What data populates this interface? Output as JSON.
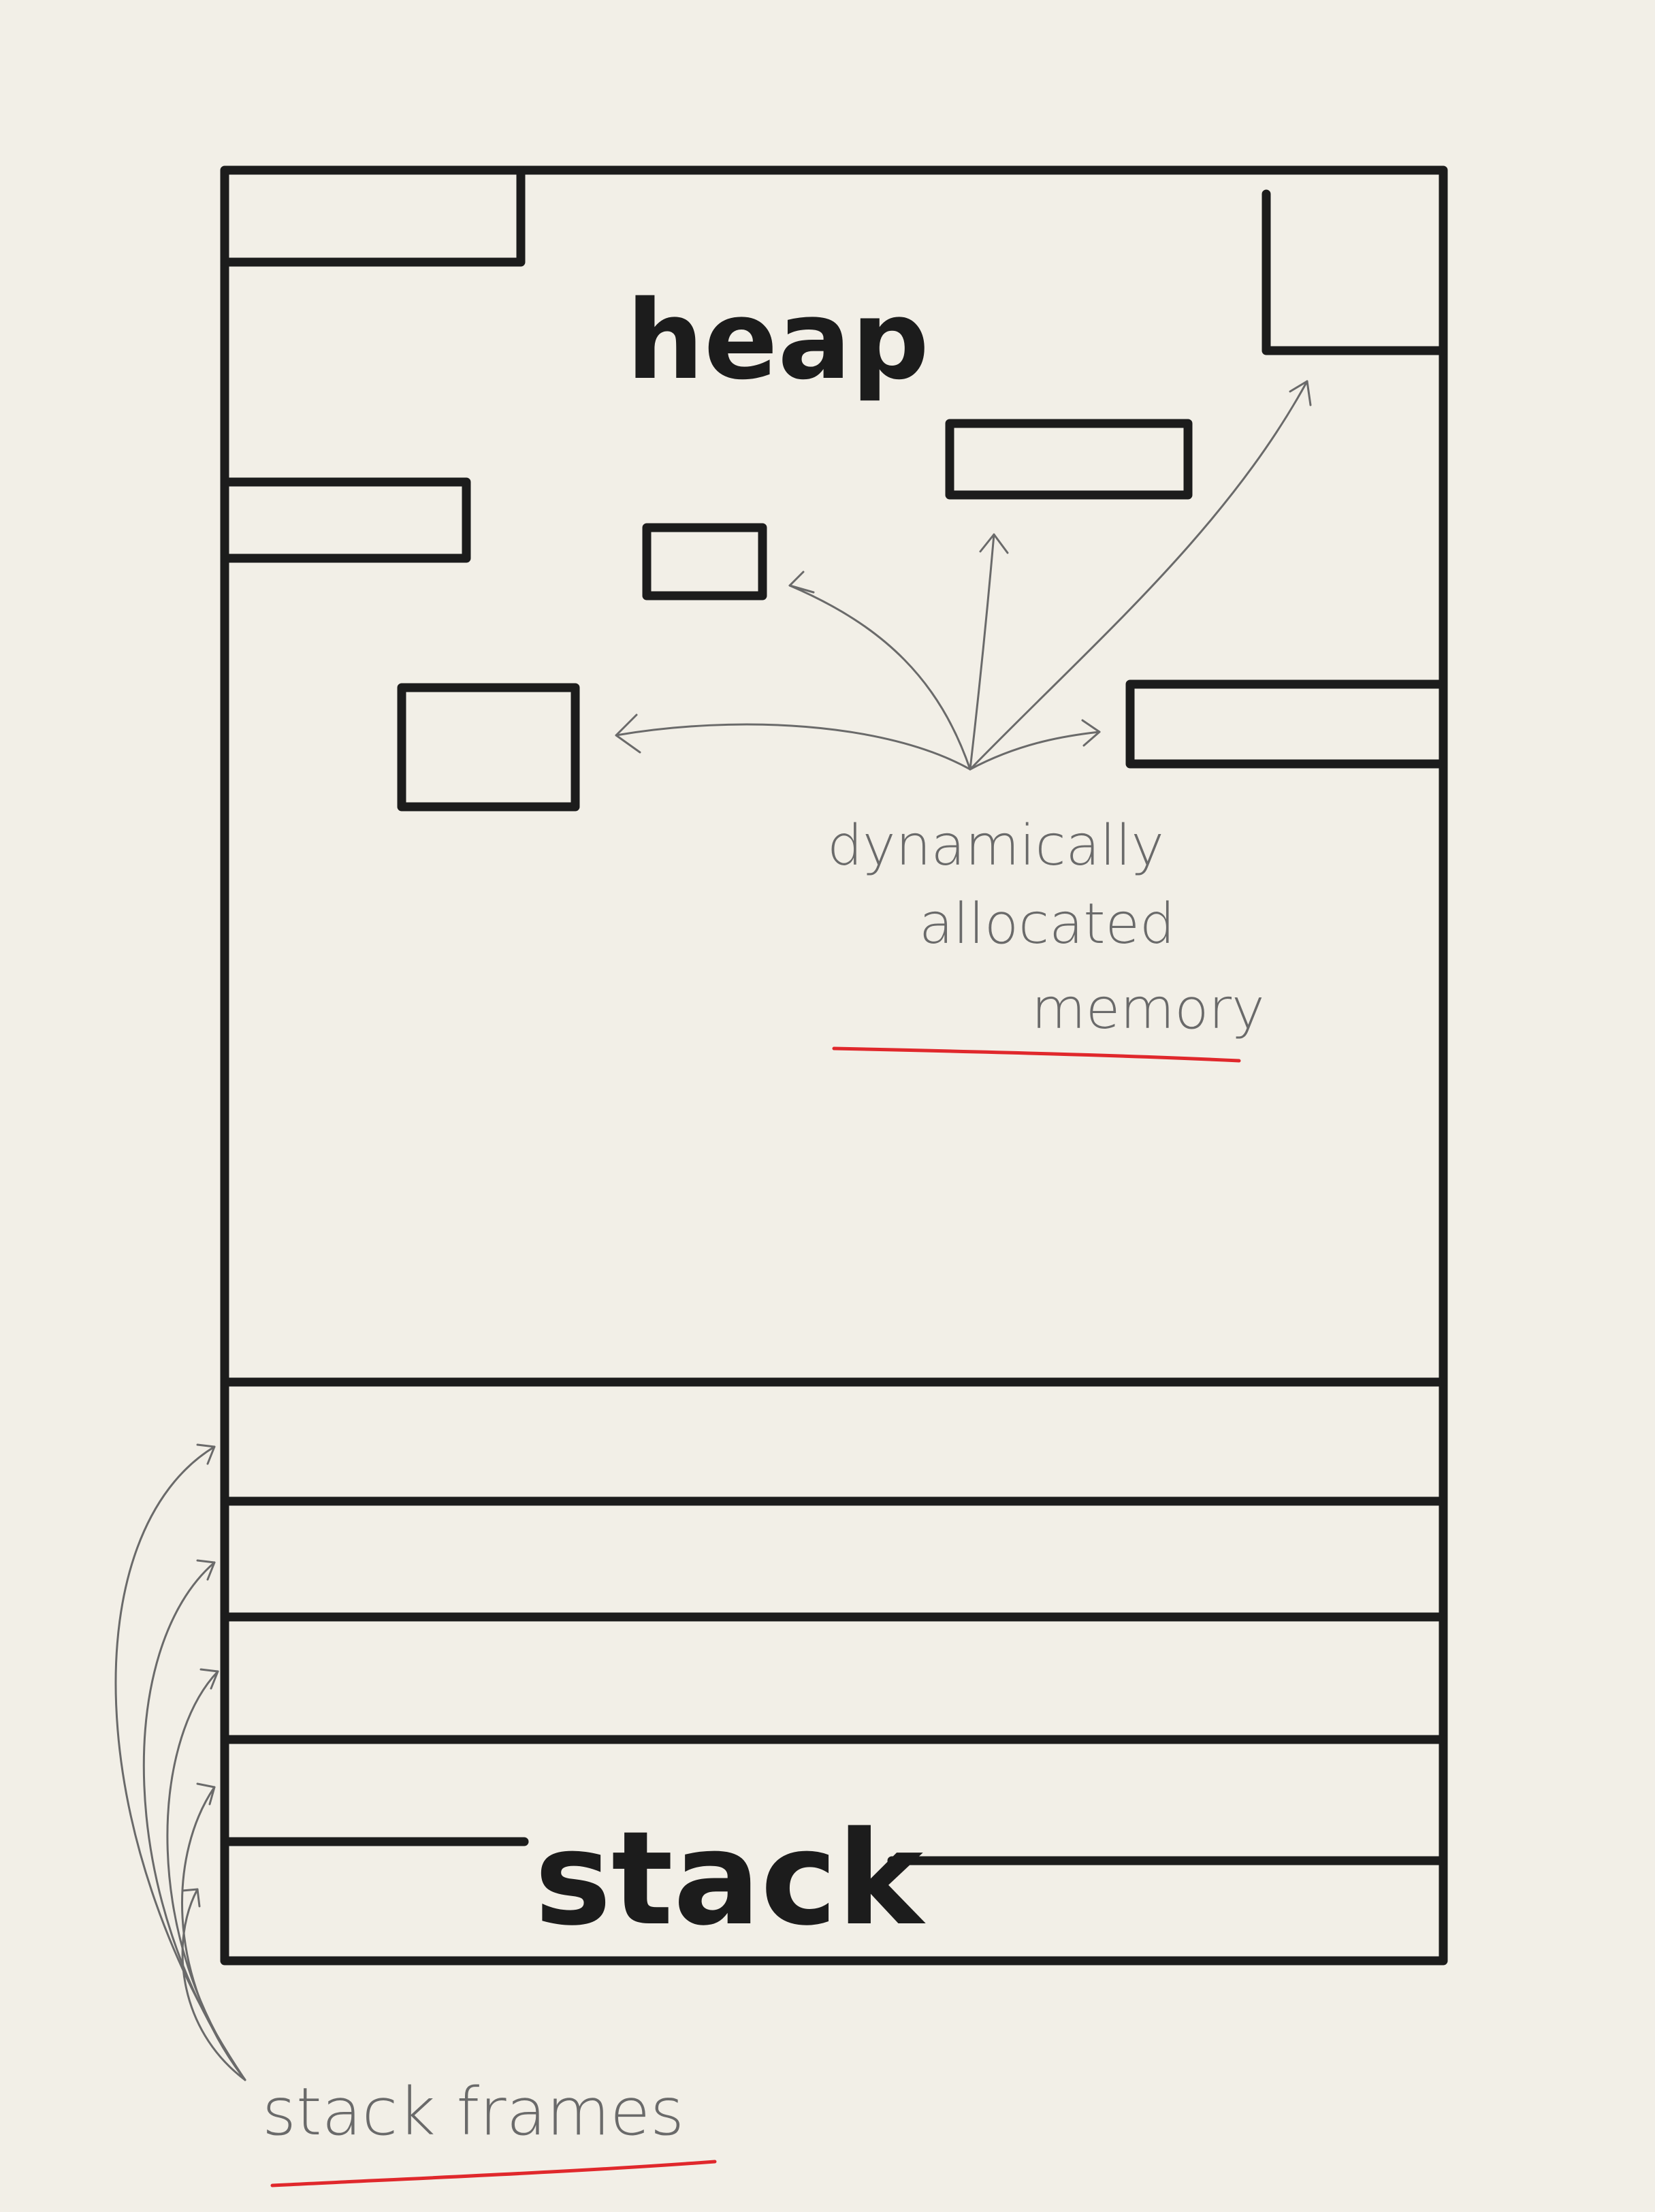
{
  "labels": {
    "heap": "heap",
    "stack": "stack",
    "annotation_line1": "dynamically",
    "annotation_line2": "allocated",
    "annotation_line3": "memory",
    "stack_frames": "stack frames"
  },
  "colors": {
    "paper": "#f2efe7",
    "ink": "#1c1c1c",
    "pencil": "#6a6a6a",
    "underline": "#e0282c"
  }
}
